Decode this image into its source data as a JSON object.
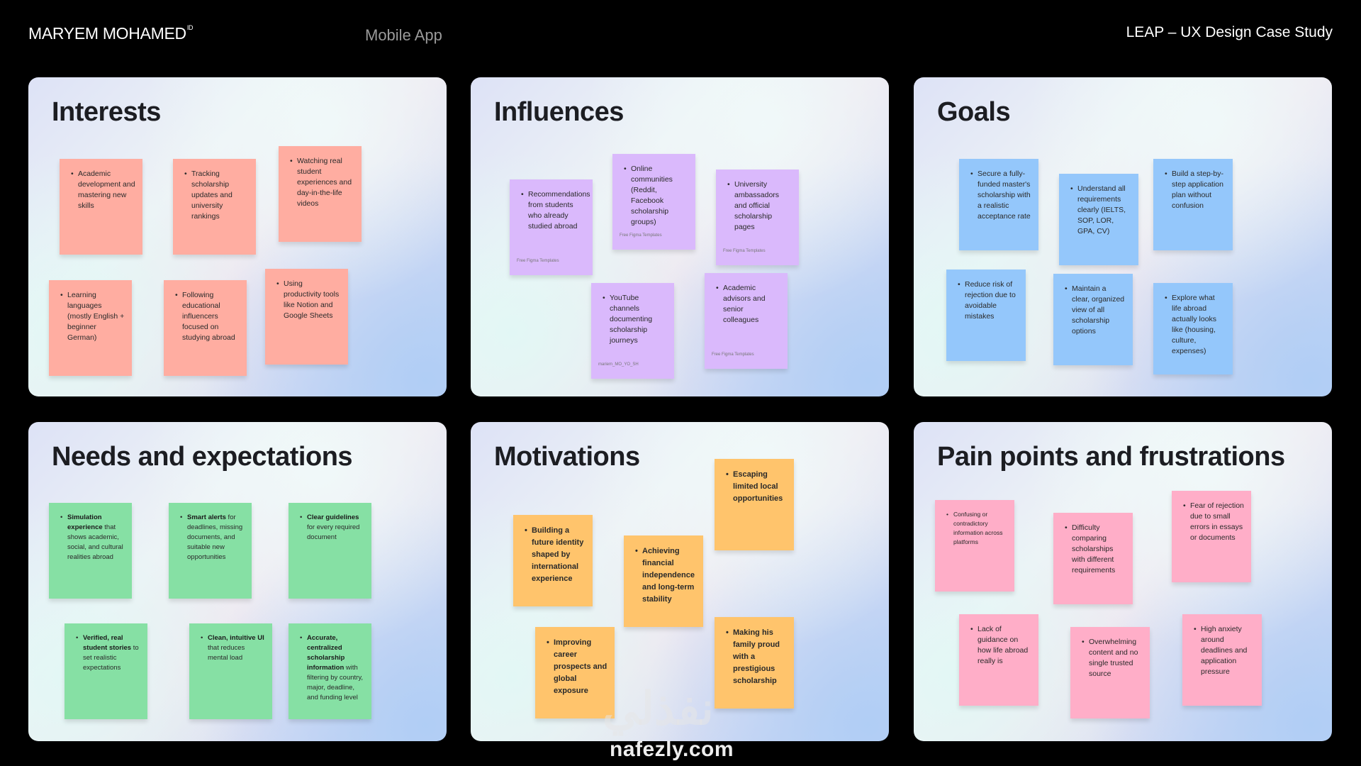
{
  "header": {
    "name": "MARYEM MOHAMED",
    "name_sup": "ID",
    "subtitle": "Mobile App",
    "case_study": "LEAP – UX Design Case Study"
  },
  "colors": {
    "interests": "#ffada1",
    "influences": "#dab9fc",
    "goals": "#94c7fb",
    "needs": "#86e0a4",
    "motivations": "#ffc46c",
    "pain": "#ffaec8"
  },
  "panels": [
    {
      "key": "interests",
      "title": "Interests",
      "notes": [
        {
          "text": "Academic development and mastering new skills"
        },
        {
          "text": "Tracking scholarship updates and university rankings"
        },
        {
          "text": "Watching real student experiences and day-in-the-life videos"
        },
        {
          "text": "Learning languages (mostly English + beginner German)"
        },
        {
          "text": "Following educational influencers focused on studying abroad"
        },
        {
          "text": "Using productivity tools like Notion and Google Sheets"
        }
      ]
    },
    {
      "key": "influences",
      "title": "Influences",
      "notes": [
        {
          "text": "Recommendations from students who already studied abroad",
          "foot": "Free Figma Templates"
        },
        {
          "text": "Online communities (Reddit, Facebook scholarship groups)",
          "foot": "Free Figma Templates"
        },
        {
          "text": "University ambassadors and official scholarship pages",
          "foot": "Free Figma Templates"
        },
        {
          "text": "YouTube channels documenting scholarship journeys",
          "foot": "mariem_MO_YO_SH"
        },
        {
          "text": "Academic advisors and senior colleagues",
          "foot": "Free Figma Templates"
        }
      ]
    },
    {
      "key": "goals",
      "title": "Goals",
      "notes": [
        {
          "text": "Secure a fully-funded master's scholarship with a realistic acceptance rate"
        },
        {
          "text": "Understand all requirements clearly (IELTS, SOP, LOR, GPA, CV)"
        },
        {
          "text": "Build a step-by-step application plan without confusion"
        },
        {
          "text": "Reduce risk of rejection due to avoidable mistakes"
        },
        {
          "text": "Maintain a clear, organized view of all scholarship options"
        },
        {
          "text": "Explore what life abroad actually looks like (housing, culture, expenses)"
        }
      ]
    },
    {
      "key": "needs",
      "title": "Needs and expectations",
      "notes": [
        {
          "bold": "Simulation experience",
          "text": " that shows academic, social, and cultural realities abroad"
        },
        {
          "bold": "Smart alerts",
          "text": " for deadlines, missing documents, and suitable new opportunities"
        },
        {
          "bold": "Clear guidelines",
          "text": " for every required document"
        },
        {
          "bold": "Verified, real student stories",
          "text": " to set realistic expectations"
        },
        {
          "bold": "Clean, intuitive UI",
          "text": " that reduces mental load"
        },
        {
          "bold": "Accurate, centralized scholarship information",
          "text": "  with filtering by country, major, deadline, and funding level"
        }
      ]
    },
    {
      "key": "motivations",
      "title": "Motivations",
      "notes": [
        {
          "text": "Building a future identity shaped by international experience"
        },
        {
          "text": "Achieving financial independence and long-term stability"
        },
        {
          "text": "Escaping limited local opportunities"
        },
        {
          "text": "Improving career prospects and global exposure"
        },
        {
          "text": "Making his family proud with a prestigious scholarship"
        }
      ]
    },
    {
      "key": "pain",
      "title": "Pain points and frustrations",
      "notes": [
        {
          "text": "Confusing or contradictory information across platforms",
          "small": true
        },
        {
          "text": "Difficulty comparing scholarships with different requirements"
        },
        {
          "text": "Fear of rejection due to small errors in essays or documents"
        },
        {
          "text": "Lack of guidance on how life abroad really is"
        },
        {
          "text": "Overwhelming content and no single trusted source"
        },
        {
          "text": "High anxiety around deadlines and application pressure"
        }
      ]
    }
  ],
  "watermark": {
    "arabic": "نفذلي",
    "text": "nafezly.com"
  }
}
